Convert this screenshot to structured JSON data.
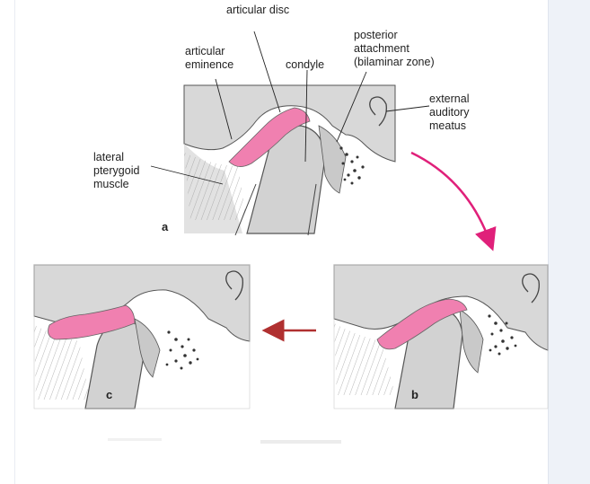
{
  "labels": {
    "articular_disc": "articular disc",
    "articular_eminence_1": "articular",
    "articular_eminence_2": "eminence",
    "condyle": "condyle",
    "posterior_1": "posterior",
    "posterior_2": "attachment",
    "posterior_3": "(bilaminar zone)",
    "external_1": "external",
    "external_2": "auditory",
    "external_3": "meatus",
    "lateral_1": "lateral",
    "lateral_2": "pterygoid",
    "lateral_3": "muscle"
  },
  "panels": {
    "a": "a",
    "b": "b",
    "c": "c"
  },
  "colors": {
    "disc": "#f080b0",
    "bone": "#dcdcdc",
    "curved_arrow": "#e0207a",
    "straight_arrow": "#b03030"
  }
}
